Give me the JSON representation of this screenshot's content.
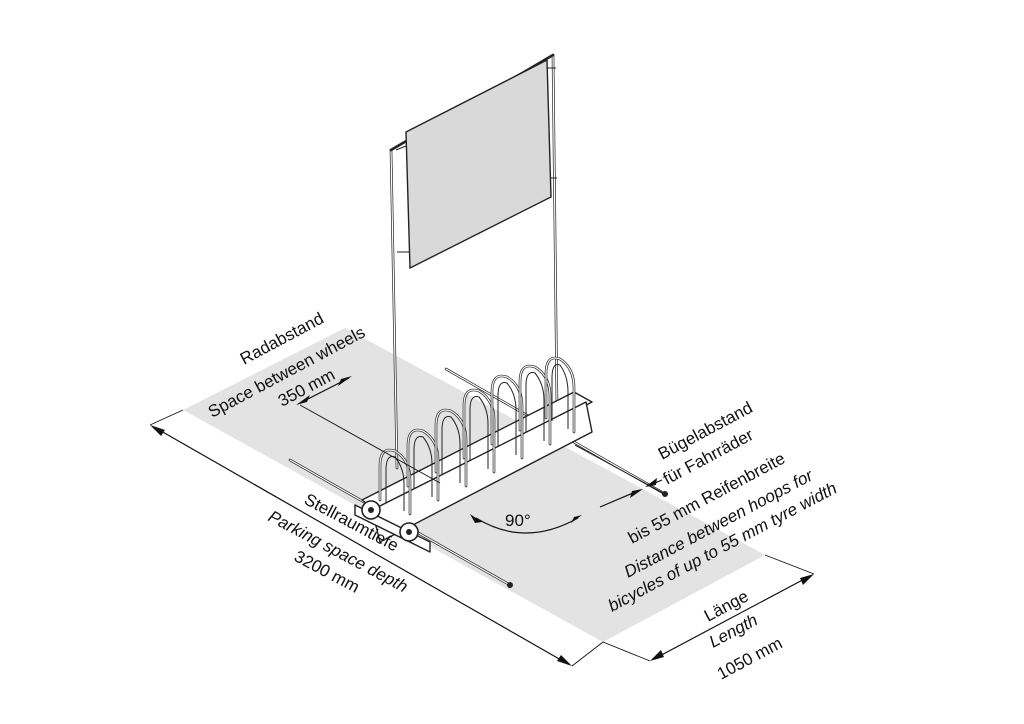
{
  "colors": {
    "floor": "#e3e3e3",
    "sign_panel": "#d9d9d9",
    "line": "#222222",
    "text": "#111111"
  },
  "labels": {
    "wheel_spacing": {
      "de": "Radabstand",
      "en": "Space between wheels",
      "value": "350 mm"
    },
    "hoop_spacing": {
      "de_1": "Bügelabstand",
      "de_2": "für Fahrräder",
      "de_3": "bis 55 mm Reifenbreite",
      "en_1": "Distance between hoops for",
      "en_2": "bicycles of up to 55 mm tyre width"
    },
    "angle": "90°",
    "parking_depth": {
      "de": "Stellraumtiefe",
      "en": "Parking space depth",
      "value": "3200 mm"
    },
    "length": {
      "de": "Länge",
      "en": "Length",
      "value": "1050 mm"
    }
  }
}
